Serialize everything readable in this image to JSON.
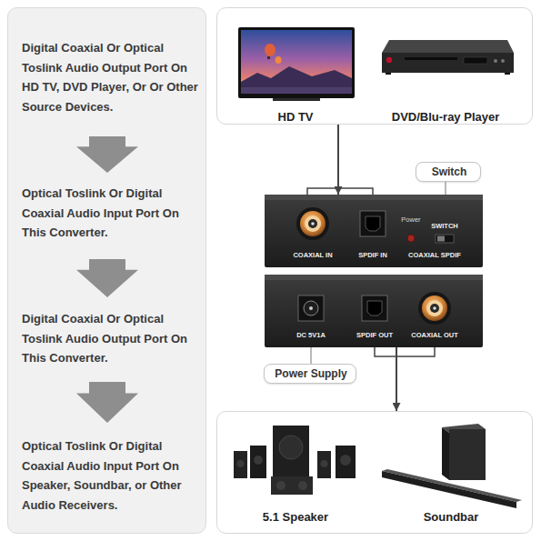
{
  "diagram": {
    "nodes": [
      {
        "text": [
          "Digital Coaxial Or Optical Toslink Audio Output Port On HD TV, DVD Player, Or Or Other Source Devices."
        ]
      },
      {
        "text": [
          "Optical Toslink Or Digital Coaxial Audio Input Port On This Converter."
        ]
      },
      {
        "text": [
          "Digital Coaxial Or Optical Toslink Audio Output Port On This Converter."
        ]
      },
      {
        "text": [
          "Optical Toslink Or Digital Coaxial Audio Input Port On Speaker, Soundbar, or Other Audio Receivers."
        ]
      },
      {
        "text": [
          "HD TV",
          "DVD/Blu-ray Player"
        ]
      },
      {
        "text": [
          "Switch"
        ]
      },
      {
        "text": [
          "COAXIAL IN",
          "SPDIF IN",
          "Power",
          "SWITCH",
          "COAXIAL SPDIF"
        ]
      },
      {
        "text": [
          "DC 5V1A",
          "SPDIF OUT",
          "COAXIAL OUT"
        ]
      },
      {
        "text": [
          "Power Supply"
        ]
      },
      {
        "text": [
          "5.1 Speaker",
          "Soundbar"
        ]
      }
    ],
    "edges": [
      {
        "from": 0,
        "to": 1,
        "arrow": "to"
      },
      {
        "from": 1,
        "to": 2,
        "arrow": "to"
      },
      {
        "from": 2,
        "to": 3,
        "arrow": "to"
      },
      {
        "from": 4,
        "to": 6,
        "arrow": "to"
      },
      {
        "from": 5,
        "to": 6,
        "arrow": "none"
      },
      {
        "from": 7,
        "to": 8,
        "arrow": "none"
      },
      {
        "from": 7,
        "to": 9,
        "arrow": "to"
      }
    ]
  }
}
